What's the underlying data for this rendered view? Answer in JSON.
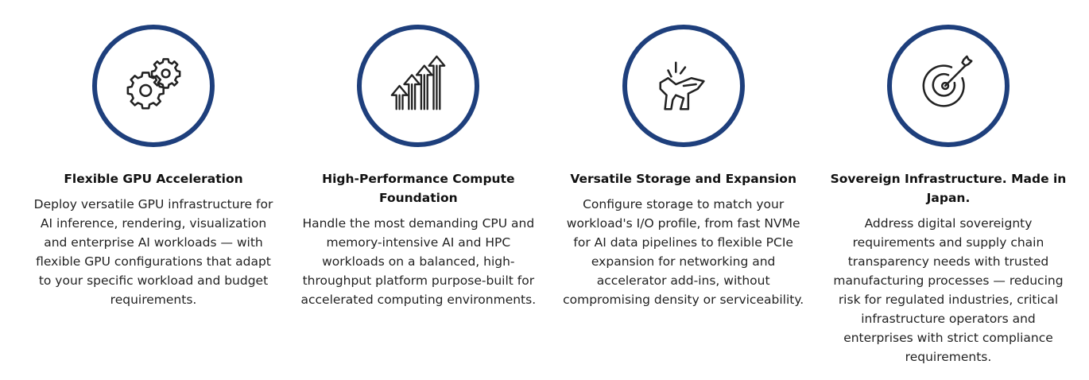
{
  "features": [
    {
      "icon": "gears-icon",
      "title": "Flexible GPU Acceleration",
      "description": "Deploy versatile GPU infrastructure for AI inference, rendering, visualization and enterprise AI workloads — with flexible GPU configurations that adapt to your specific workload and budget requirements."
    },
    {
      "icon": "rising-arrows-icon",
      "title": "High-Performance Compute Foundation",
      "description": "Handle the most demanding CPU and memory-intensive AI and HPC workloads on a balanced, high-throughput platform purpose-built for accelerated computing environments."
    },
    {
      "icon": "flexible-arm-icon",
      "title": "Versatile Storage and Expansion",
      "description": "Configure storage to match your workload's I/O profile, from fast NVMe for AI data pipelines to flexible PCIe expansion for networking and accelerator add-ins, without compromising density or serviceability."
    },
    {
      "icon": "target-icon",
      "title": "Sovereign Infrastructure. Made in Japan.",
      "description": "Address digital sovereignty requirements and supply chain transparency needs with trusted manufacturing processes — reducing risk for regulated industries, critical infrastructure operators and enterprises with strict compliance requirements."
    }
  ],
  "colors": {
    "accent": "#1e3f7c",
    "icon_stroke": "#222222",
    "text": "#222222"
  }
}
